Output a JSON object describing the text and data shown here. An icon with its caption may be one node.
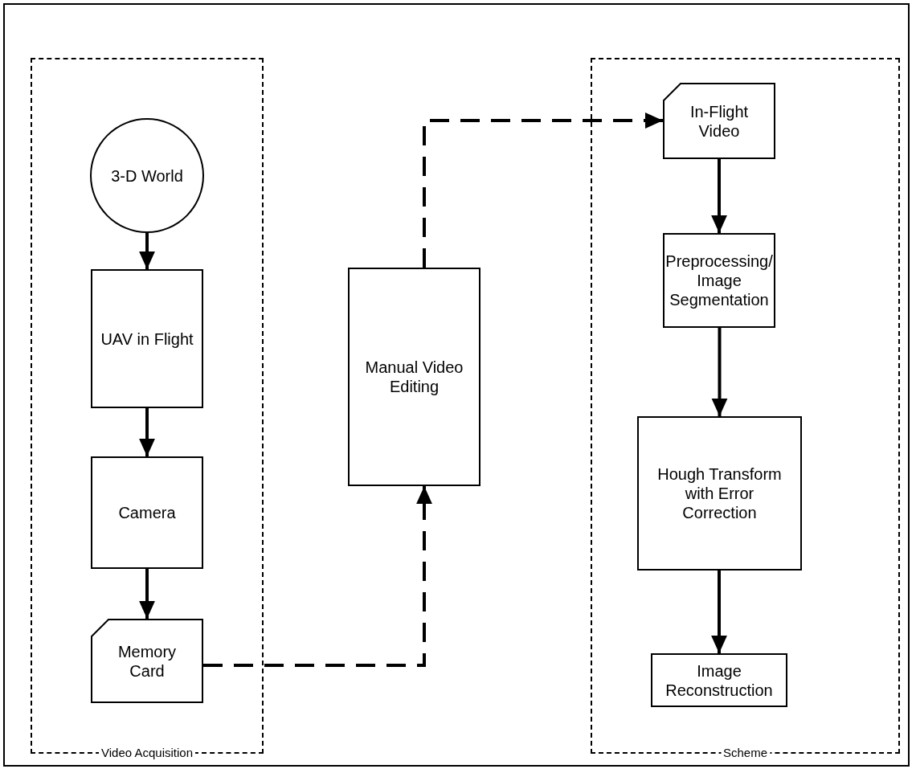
{
  "diagram": {
    "nodes": [
      {
        "text": [
          "Video Acquisition"
        ]
      },
      {
        "text": [
          "3-D World"
        ],
        "in": 0
      },
      {
        "text": [
          "UAV in Flight"
        ],
        "in": 0
      },
      {
        "text": [
          "Camera"
        ],
        "in": 0
      },
      {
        "text": [
          "Memory Card"
        ],
        "in": 0
      },
      {
        "text": [
          "Manual Video Editing"
        ]
      },
      {
        "text": [
          "Scheme"
        ]
      },
      {
        "text": [
          "In-Flight Video"
        ],
        "in": 6
      },
      {
        "text": [
          "Preprocessing/ Image Segmentation"
        ],
        "in": 6
      },
      {
        "text": [
          "Hough Transform with Error Correction"
        ],
        "in": 6
      },
      {
        "text": [
          "Image Reconstruction"
        ],
        "in": 6
      }
    ],
    "edges": [
      {
        "from": 1,
        "to": 2,
        "arrow": "to"
      },
      {
        "from": 2,
        "to": 3,
        "arrow": "to"
      },
      {
        "from": 3,
        "to": 4,
        "arrow": "to"
      },
      {
        "from": 4,
        "to": 5,
        "arrow": "to",
        "style": "dashed"
      },
      {
        "from": 5,
        "to": 7,
        "arrow": "to",
        "style": "dashed"
      },
      {
        "from": 7,
        "to": 8,
        "arrow": "to"
      },
      {
        "from": 8,
        "to": 9,
        "arrow": "to"
      },
      {
        "from": 9,
        "to": 10,
        "arrow": "to"
      }
    ]
  }
}
